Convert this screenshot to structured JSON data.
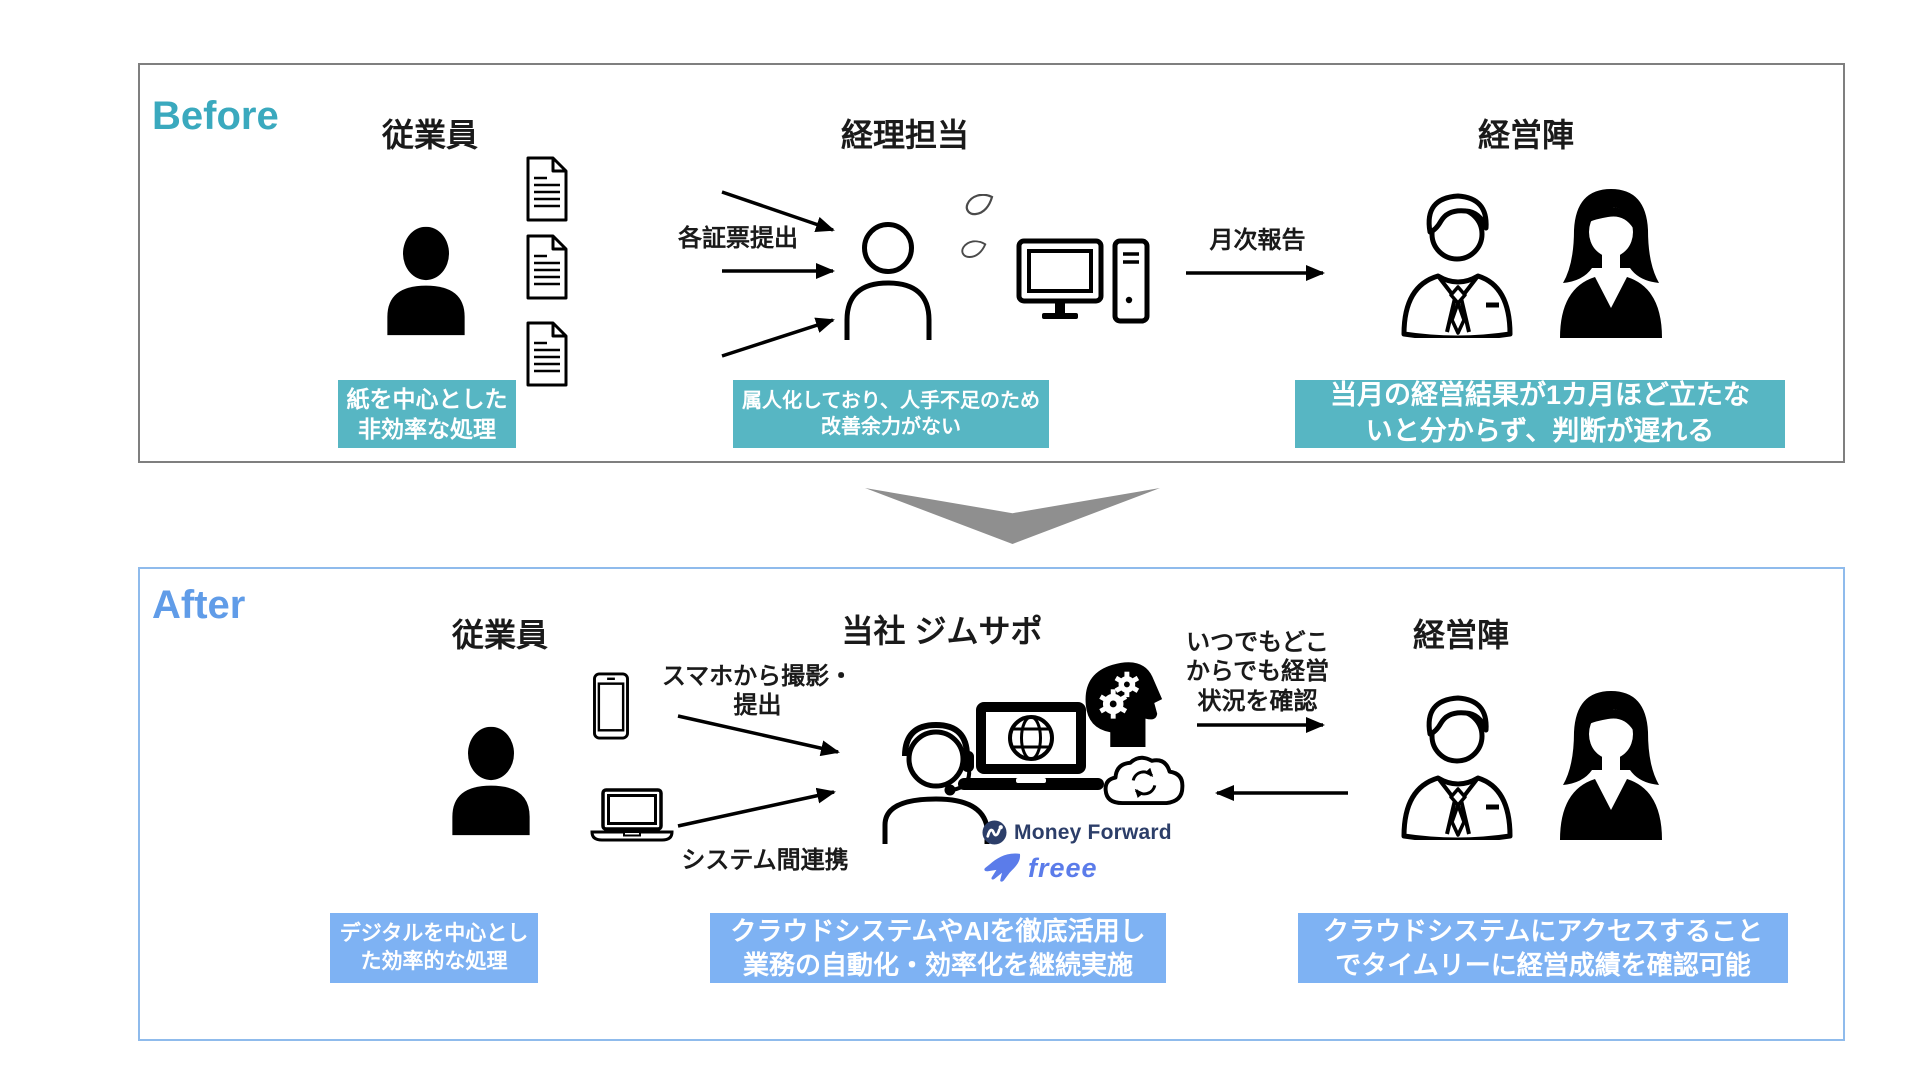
{
  "colors": {
    "teal_accent": "#3AA9BE",
    "teal_box": "#57B6C3",
    "blue_accent": "#609CE8",
    "blue_box": "#7EB2F3",
    "panel_border_gray": "#7F7F7F",
    "panel_border_blue": "#8FBBEC",
    "transition_arrow_gray": "#8F8F8F",
    "money_forward_navy": "#2C3E69",
    "freee_blue": "#5B7CEA"
  },
  "before": {
    "label": "Before",
    "employee_label": "従業員",
    "accounting_label": "経理担当",
    "management_label": "経営陣",
    "submit_arrow_label": "各証票提出",
    "monthly_report_label": "月次報告",
    "employee_note": [
      "紙を中心とした",
      "非効率な処理"
    ],
    "accounting_note": [
      "属人化しており、人手不足のため",
      "改善余力がない"
    ],
    "management_note": [
      "当月の経営結果が1カ月ほど立たな",
      "いと分からず、判断が遅れる"
    ]
  },
  "after": {
    "label": "After",
    "employee_label": "従業員",
    "company_label": "当社 ジムサポ",
    "management_label": "経営陣",
    "smartphone_note": [
      "スマホから撮影・",
      "提出"
    ],
    "system_link_label": "システム間連携",
    "anytime_note": [
      "いつでもどこ",
      "からでも経営",
      "状況を確認"
    ],
    "money_forward_logo": "Money Forward",
    "freee_logo": "freee",
    "employee_note": [
      "デジタルを中心とし",
      "た効率的な処理"
    ],
    "company_note": [
      "クラウドシステムやAIを徹底活用し",
      "業務の自動化・効率化を継続実施"
    ],
    "management_note": [
      "クラウドシステムにアクセスすること",
      "でタイムリーに経営成績を確認可能"
    ]
  }
}
